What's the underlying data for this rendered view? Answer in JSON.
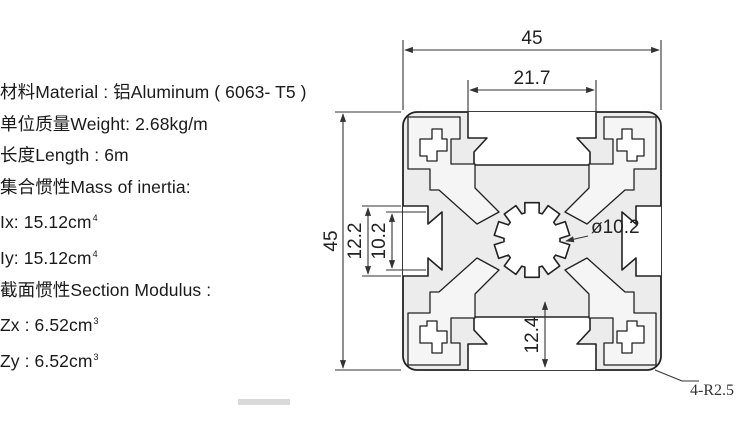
{
  "specs": {
    "material": "材料Material : 铝Aluminum ( 6063- T5 )",
    "weight": "单位质量Weight: 2.68kg/m",
    "length": "长度Length : 6m",
    "inertia_heading": "集合惯性Mass of  inertia:",
    "ix_label": "Ix: 15.12cm",
    "ix_exp": "4",
    "iy_label": "Iy: 15.12cm",
    "iy_exp": "4",
    "modulus_heading": "截面惯性Section Modulus :",
    "zx_label": "Zx : 6.52cm",
    "zx_exp": "3",
    "zy_label": "Zy : 6.52cm",
    "zy_exp": "3"
  },
  "dimensions": {
    "width": "45",
    "slot_span": "21.7",
    "height": "45",
    "slot_outer": "12.2",
    "slot_inner": "10.2",
    "bore": "ø10.2",
    "lower_depth": "12.4",
    "radius_note": "4-R2.5"
  },
  "colors": {
    "profile_fill": "#ececec",
    "outline": "#222222",
    "dimension_line": "#333333"
  }
}
